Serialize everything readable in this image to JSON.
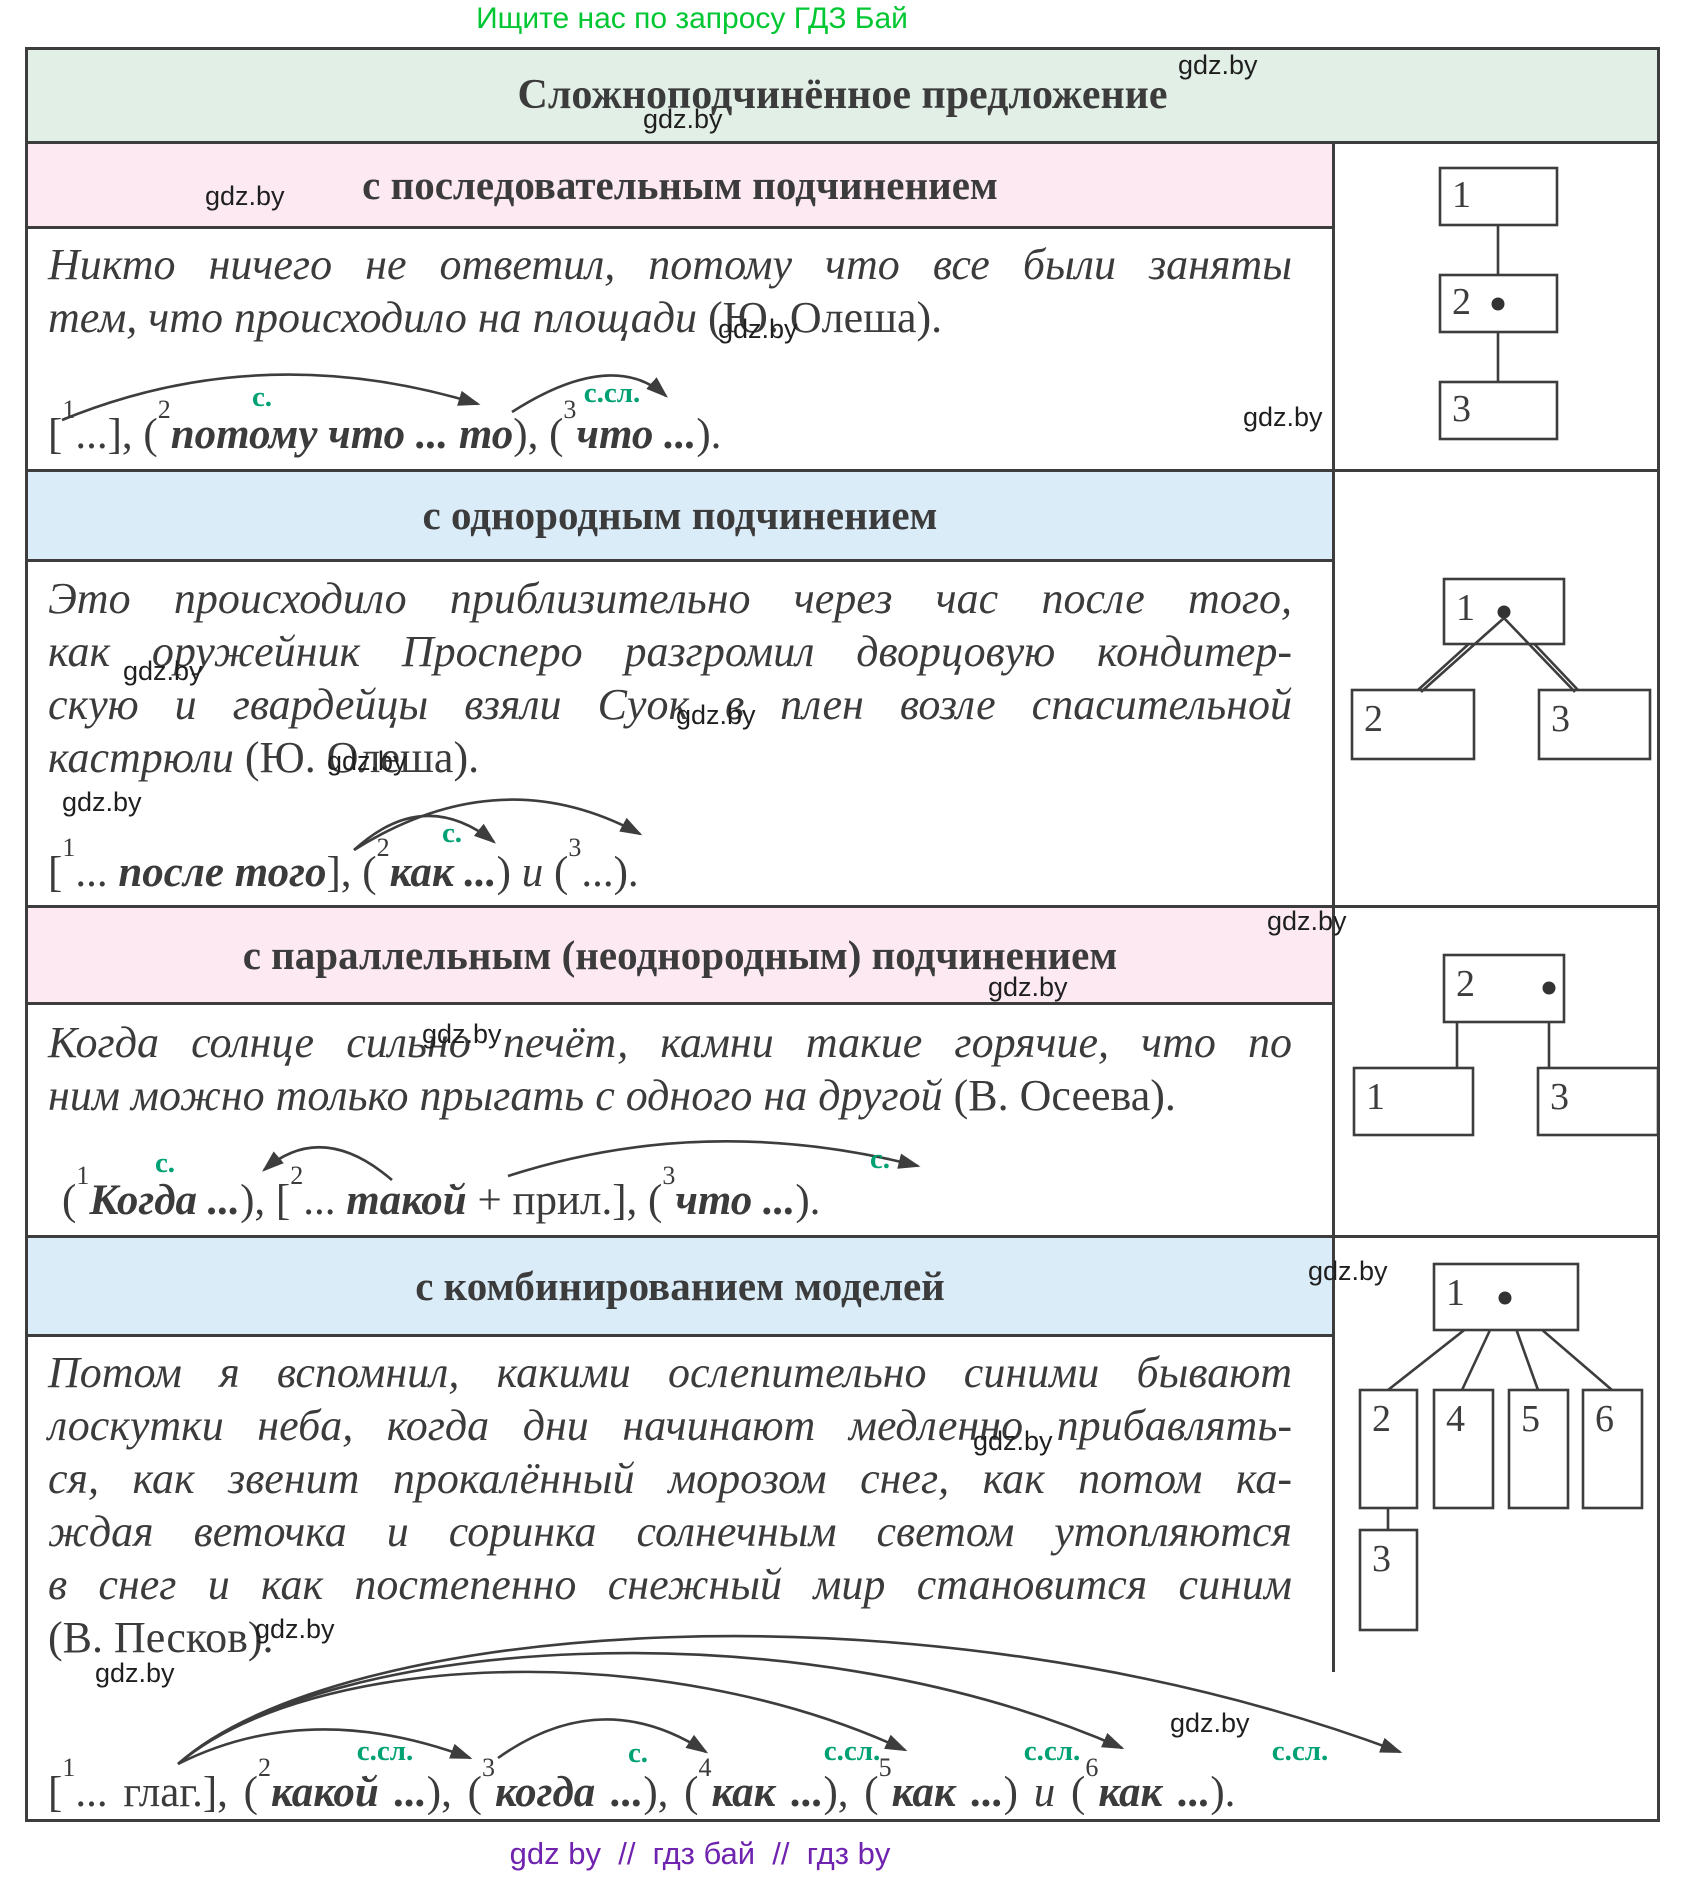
{
  "banner": {
    "text": "Ищите нас по запросу ГДЗ Бай"
  },
  "watermark_text": "gdz.by",
  "footer": {
    "text": "gdz by  //  гдз бай  //  гдз by"
  },
  "colors": {
    "mint_header": "#e1efe7",
    "pink_header": "#fce9f1",
    "blue_header": "#dbecf9",
    "ink": "#3d3d3d",
    "conjunction_label_green": "#00a173",
    "banner_green": "#00c732",
    "footer_purple": "#6f23ae"
  },
  "table": {
    "title": "Сложноподчинённое предложение",
    "sections": [
      {
        "header": "с последовательным подчинением",
        "tint": "pink",
        "sentence_lines": [
          "Никто ничего не ответил, потому что все были заняты",
          "тем, что происходило на площади |(Ю. Олеша)."
        ],
        "formula": [
          {
            "t": "["
          },
          {
            "sup": "1"
          },
          {
            "t": "...], ("
          },
          {
            "sup": "2"
          },
          {
            "bi": "потому что ... то"
          },
          {
            "t": "), ("
          },
          {
            "sup": "3"
          },
          {
            "bi": "что ..."
          },
          {
            "t": ")."
          }
        ],
        "arc_labels": [
          "с.",
          "с.сл."
        ],
        "diagram": {
          "boxes": [
            "1",
            "2",
            "3"
          ]
        }
      },
      {
        "header": "с однородным подчинением",
        "tint": "blue",
        "sentence_lines": [
          "Это происходило приблизительно через час после того,",
          "как оружейник Просперо разгромил дворцовую кондитер-",
          "скую и гвардейцы взяли Суок в плен возле спасительной",
          "кастрюли |(Ю. Олеша)."
        ],
        "formula": [
          {
            "t": "["
          },
          {
            "sup": "1"
          },
          {
            "t": "... "
          },
          {
            "bi": "после того"
          },
          {
            "t": "], ("
          },
          {
            "sup": "2"
          },
          {
            "bi": "как ..."
          },
          {
            "t": ") "
          },
          {
            "i": "и"
          },
          {
            "t": " ("
          },
          {
            "sup": "3"
          },
          {
            "t": "...)."
          }
        ],
        "arc_labels": [
          "с."
        ],
        "diagram": {
          "boxes": [
            "1",
            "2",
            "3"
          ]
        }
      },
      {
        "header": "с параллельным (неоднородным) подчинением",
        "tint": "pink",
        "sentence_lines": [
          "Когда солнце сильно печёт, камни такие горячие, что по",
          "ним можно только прыгать с одного на другой |(В. Осеева)."
        ],
        "formula": [
          {
            "t": "("
          },
          {
            "sup": "1"
          },
          {
            "bi": "Когда ..."
          },
          {
            "t": "), ["
          },
          {
            "sup": "2"
          },
          {
            "t": "... "
          },
          {
            "bi": "такой"
          },
          {
            "t": " + прил.], ("
          },
          {
            "sup": "3"
          },
          {
            "bi": "что ..."
          },
          {
            "t": ")."
          }
        ],
        "arc_labels": [
          "с.",
          "с."
        ],
        "diagram": {
          "boxes": [
            "2",
            "1",
            "3"
          ]
        }
      },
      {
        "header": "с комбинированием моделей",
        "tint": "blue",
        "sentence_lines": [
          "Потом я вспомнил, какими ослепительно синими бывают",
          "лоскутки неба, когда дни начинают медленно прибавлять-",
          "ся, как звенит прокалённый морозом снег, как потом ка-",
          "ждая веточка и соринка солнечным светом утопляются",
          "в снег и как постепенно снежный мир становится синим",
          "|(В. Песков)."
        ],
        "formula": [
          {
            "t": "["
          },
          {
            "sup": "1"
          },
          {
            "t": "... глаг.], ("
          },
          {
            "sup": "2"
          },
          {
            "bi": "какой ..."
          },
          {
            "t": "), ("
          },
          {
            "sup": "3"
          },
          {
            "bi": "когда ..."
          },
          {
            "t": "), ("
          },
          {
            "sup": "4"
          },
          {
            "bi": "как ..."
          },
          {
            "t": "), ("
          },
          {
            "sup": "5"
          },
          {
            "bi": "как ..."
          },
          {
            "t": ") "
          },
          {
            "i": "и"
          },
          {
            "t": " ("
          },
          {
            "sup": "6"
          },
          {
            "bi": "как ..."
          },
          {
            "t": ")."
          }
        ],
        "arc_labels": [
          "с.сл.",
          "с.",
          "с.сл.",
          "с.сл.",
          "с.сл."
        ],
        "diagram": {
          "boxes": [
            "1",
            "2",
            "4",
            "5",
            "6",
            "3"
          ]
        }
      }
    ]
  }
}
